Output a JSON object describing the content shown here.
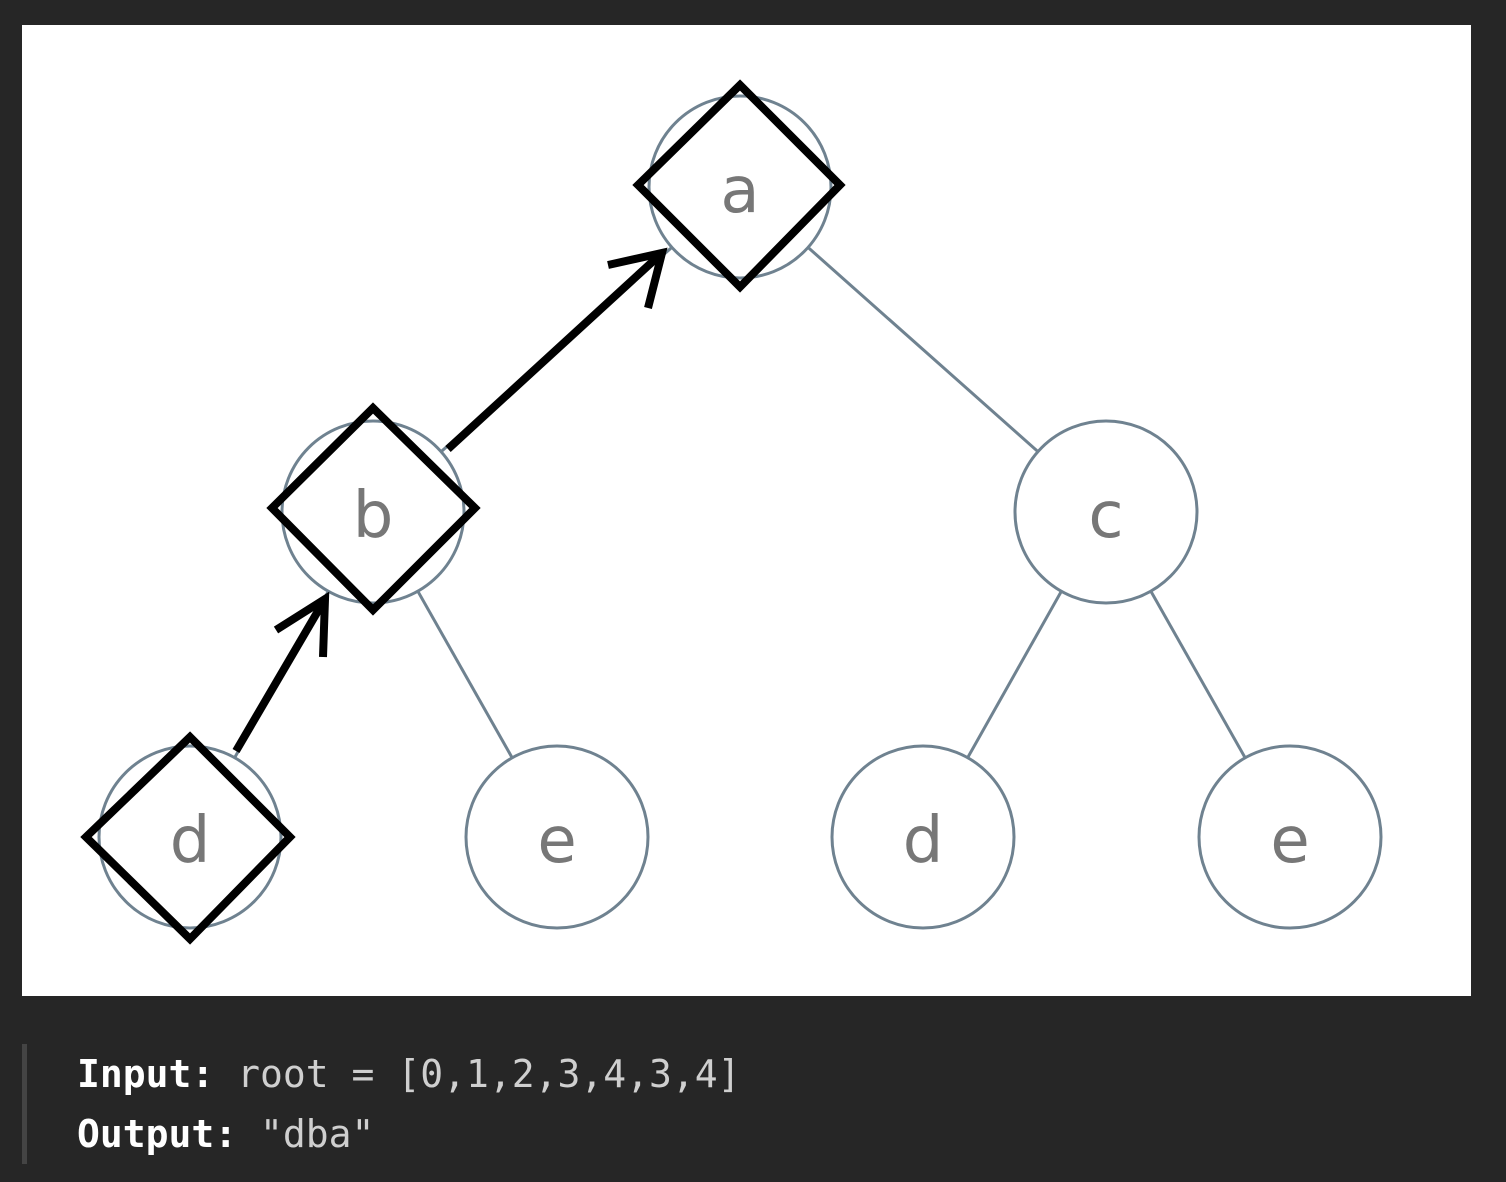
{
  "diagram": {
    "nodes": [
      {
        "id": "n0",
        "label": "a",
        "on_path": true
      },
      {
        "id": "n1",
        "label": "b",
        "on_path": true
      },
      {
        "id": "n2",
        "label": "c",
        "on_path": false
      },
      {
        "id": "n3",
        "label": "d",
        "on_path": true
      },
      {
        "id": "n4",
        "label": "e",
        "on_path": false
      },
      {
        "id": "n5",
        "label": "d",
        "on_path": false
      },
      {
        "id": "n6",
        "label": "e",
        "on_path": false
      }
    ],
    "edges": [
      [
        "n0",
        "n1"
      ],
      [
        "n0",
        "n2"
      ],
      [
        "n1",
        "n3"
      ],
      [
        "n1",
        "n4"
      ],
      [
        "n2",
        "n5"
      ],
      [
        "n2",
        "n6"
      ]
    ],
    "highlighted_path": [
      "n3",
      "n1",
      "n0"
    ],
    "colors": {
      "edge": "#6f8290",
      "label": "#777777",
      "highlight": "#000000",
      "background": "#ffffff",
      "page": "#262626"
    }
  },
  "example": {
    "input_label": "Input:",
    "input_value": "root = [0,1,2,3,4,3,4]",
    "output_label": "Output:",
    "output_value": "\"dba\""
  }
}
